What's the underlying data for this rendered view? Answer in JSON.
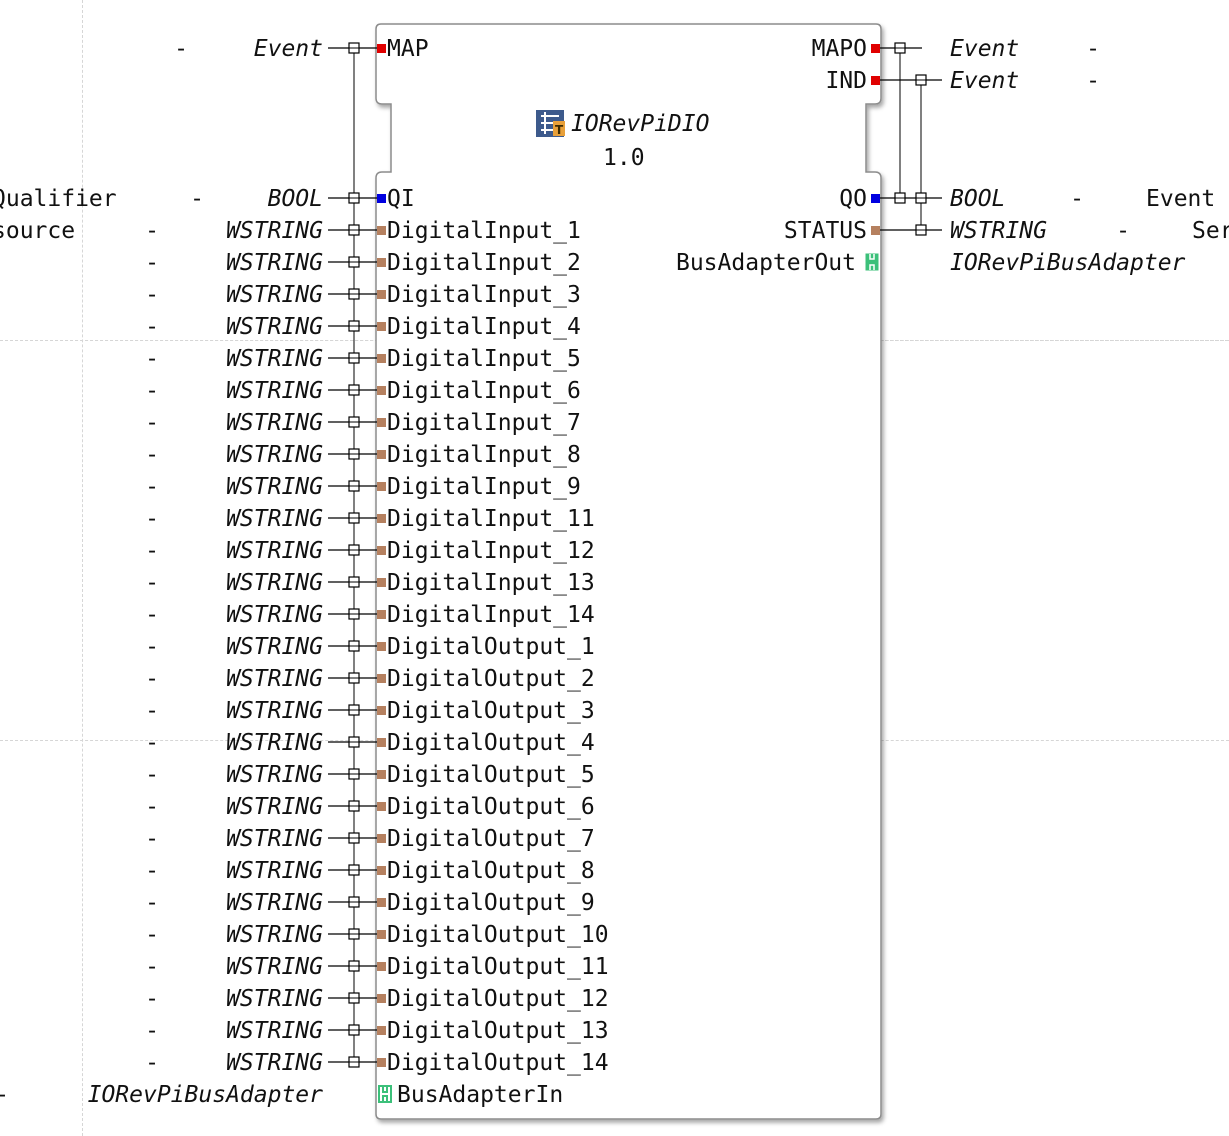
{
  "block": {
    "type_name": "IORevPiDIO",
    "version": "1.0",
    "icon": "function-block-icon"
  },
  "event_inputs": [
    {
      "name": "MAP",
      "type": "Event",
      "comment": "-",
      "color": "#e00000"
    }
  ],
  "event_outputs": [
    {
      "name": "MAPO",
      "type": "Event",
      "comment": "-",
      "color": "#e00000"
    },
    {
      "name": "IND",
      "type": "Event",
      "comment": "-",
      "color": "#e00000"
    }
  ],
  "data_inputs": [
    {
      "name": "QI",
      "type": "BOOL",
      "comment": "-",
      "left_label": "Qualifier",
      "color": "#0000e0"
    },
    {
      "name": "DigitalInput_1",
      "type": "WSTRING",
      "comment": "-",
      "left_label": "source",
      "color": "#b5805f"
    },
    {
      "name": "DigitalInput_2",
      "type": "WSTRING",
      "comment": "-",
      "left_label": "",
      "color": "#b5805f"
    },
    {
      "name": "DigitalInput_3",
      "type": "WSTRING",
      "comment": "-",
      "left_label": "",
      "color": "#b5805f"
    },
    {
      "name": "DigitalInput_4",
      "type": "WSTRING",
      "comment": "-",
      "left_label": "",
      "color": "#b5805f"
    },
    {
      "name": "DigitalInput_5",
      "type": "WSTRING",
      "comment": "-",
      "left_label": "",
      "color": "#b5805f"
    },
    {
      "name": "DigitalInput_6",
      "type": "WSTRING",
      "comment": "-",
      "left_label": "",
      "color": "#b5805f"
    },
    {
      "name": "DigitalInput_7",
      "type": "WSTRING",
      "comment": "-",
      "left_label": "",
      "color": "#b5805f"
    },
    {
      "name": "DigitalInput_8",
      "type": "WSTRING",
      "comment": "-",
      "left_label": "",
      "color": "#b5805f"
    },
    {
      "name": "DigitalInput_9",
      "type": "WSTRING",
      "comment": "-",
      "left_label": "",
      "color": "#b5805f"
    },
    {
      "name": "DigitalInput_11",
      "type": "WSTRING",
      "comment": "-",
      "left_label": "",
      "color": "#b5805f"
    },
    {
      "name": "DigitalInput_12",
      "type": "WSTRING",
      "comment": "-",
      "left_label": "",
      "color": "#b5805f"
    },
    {
      "name": "DigitalInput_13",
      "type": "WSTRING",
      "comment": "-",
      "left_label": "",
      "color": "#b5805f"
    },
    {
      "name": "DigitalInput_14",
      "type": "WSTRING",
      "comment": "-",
      "left_label": "",
      "color": "#b5805f"
    },
    {
      "name": "DigitalOutput_1",
      "type": "WSTRING",
      "comment": "-",
      "left_label": "",
      "color": "#b5805f"
    },
    {
      "name": "DigitalOutput_2",
      "type": "WSTRING",
      "comment": "-",
      "left_label": "",
      "color": "#b5805f"
    },
    {
      "name": "DigitalOutput_3",
      "type": "WSTRING",
      "comment": "-",
      "left_label": "",
      "color": "#b5805f"
    },
    {
      "name": "DigitalOutput_4",
      "type": "WSTRING",
      "comment": "-",
      "left_label": "",
      "color": "#b5805f"
    },
    {
      "name": "DigitalOutput_5",
      "type": "WSTRING",
      "comment": "-",
      "left_label": "",
      "color": "#b5805f"
    },
    {
      "name": "DigitalOutput_6",
      "type": "WSTRING",
      "comment": "-",
      "left_label": "",
      "color": "#b5805f"
    },
    {
      "name": "DigitalOutput_7",
      "type": "WSTRING",
      "comment": "-",
      "left_label": "",
      "color": "#b5805f"
    },
    {
      "name": "DigitalOutput_8",
      "type": "WSTRING",
      "comment": "-",
      "left_label": "",
      "color": "#b5805f"
    },
    {
      "name": "DigitalOutput_9",
      "type": "WSTRING",
      "comment": "-",
      "left_label": "",
      "color": "#b5805f"
    },
    {
      "name": "DigitalOutput_10",
      "type": "WSTRING",
      "comment": "-",
      "left_label": "",
      "color": "#b5805f"
    },
    {
      "name": "DigitalOutput_11",
      "type": "WSTRING",
      "comment": "-",
      "left_label": "",
      "color": "#b5805f"
    },
    {
      "name": "DigitalOutput_12",
      "type": "WSTRING",
      "comment": "-",
      "left_label": "",
      "color": "#b5805f"
    },
    {
      "name": "DigitalOutput_13",
      "type": "WSTRING",
      "comment": "-",
      "left_label": "",
      "color": "#b5805f"
    },
    {
      "name": "DigitalOutput_14",
      "type": "WSTRING",
      "comment": "-",
      "left_label": "",
      "color": "#b5805f"
    }
  ],
  "data_outputs": [
    {
      "name": "QO",
      "type": "BOOL",
      "comment": "-",
      "right_label": "Event",
      "color": "#0000e0"
    },
    {
      "name": "STATUS",
      "type": "WSTRING",
      "comment": "-",
      "right_label": "Ser",
      "color": "#b5805f"
    }
  ],
  "adapter_socket": {
    "name": "BusAdapterIn",
    "type": "IORevPiBusAdapter",
    "comment": "-",
    "color": "#3cc07a"
  },
  "adapter_plug": {
    "name": "BusAdapterOut",
    "type": "IORevPiBusAdapter",
    "color": "#3cc07a"
  }
}
